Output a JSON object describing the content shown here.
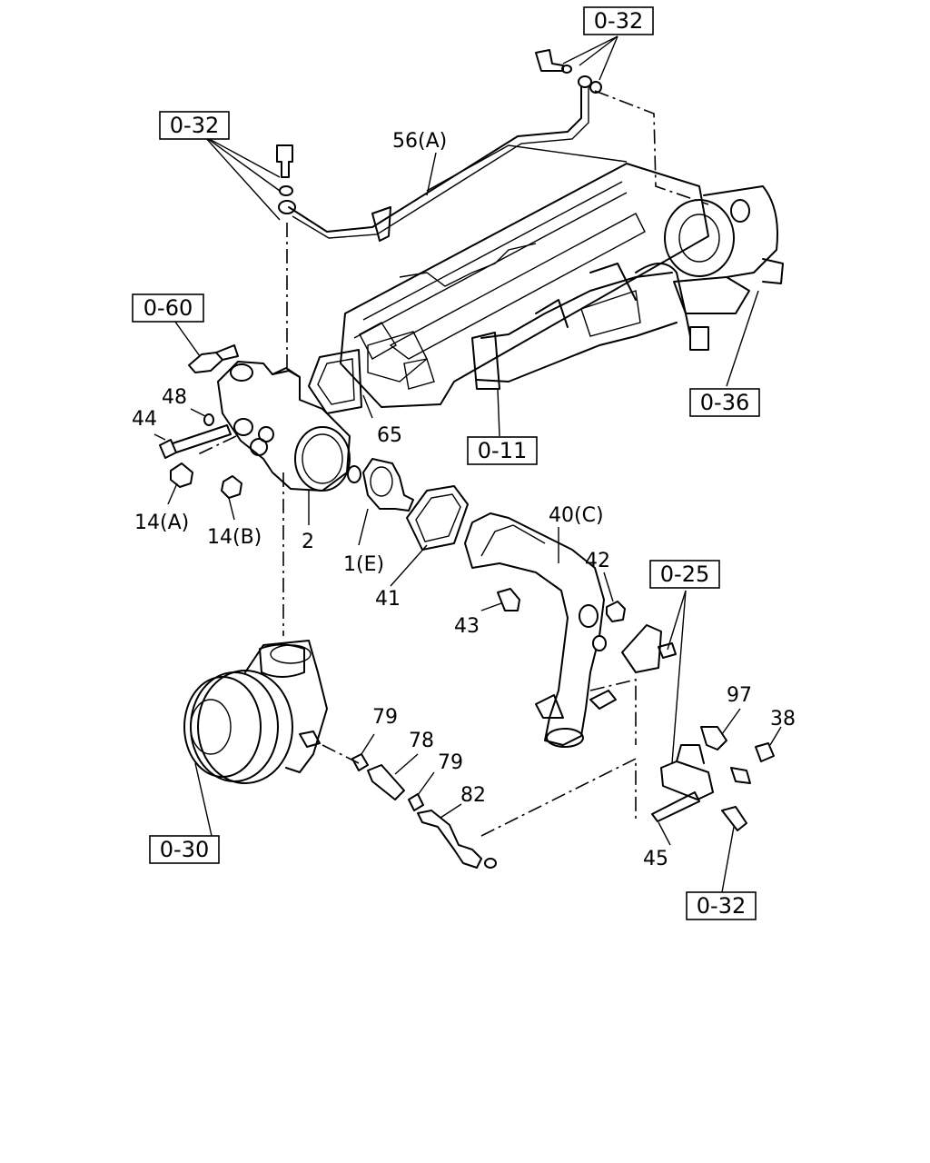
{
  "refs": {
    "r1": "0-32",
    "r2": "0-32",
    "r3": "0-60",
    "r4": "0-11",
    "r5": "0-36",
    "r6": "0-25",
    "r7": "0-30",
    "r8": "0-32"
  },
  "labels": {
    "p56": "56(A)",
    "p48": "48",
    "p44": "44",
    "p65": "65",
    "p14a": "14(A)",
    "p14b": "14(B)",
    "p2": "2",
    "p1e": "1(E)",
    "p41": "41",
    "p40c": "40(C)",
    "p42": "42",
    "p43": "43",
    "p79a": "79",
    "p78": "78",
    "p79b": "79",
    "p82": "82",
    "p97": "97",
    "p38": "38",
    "p45": "45"
  }
}
